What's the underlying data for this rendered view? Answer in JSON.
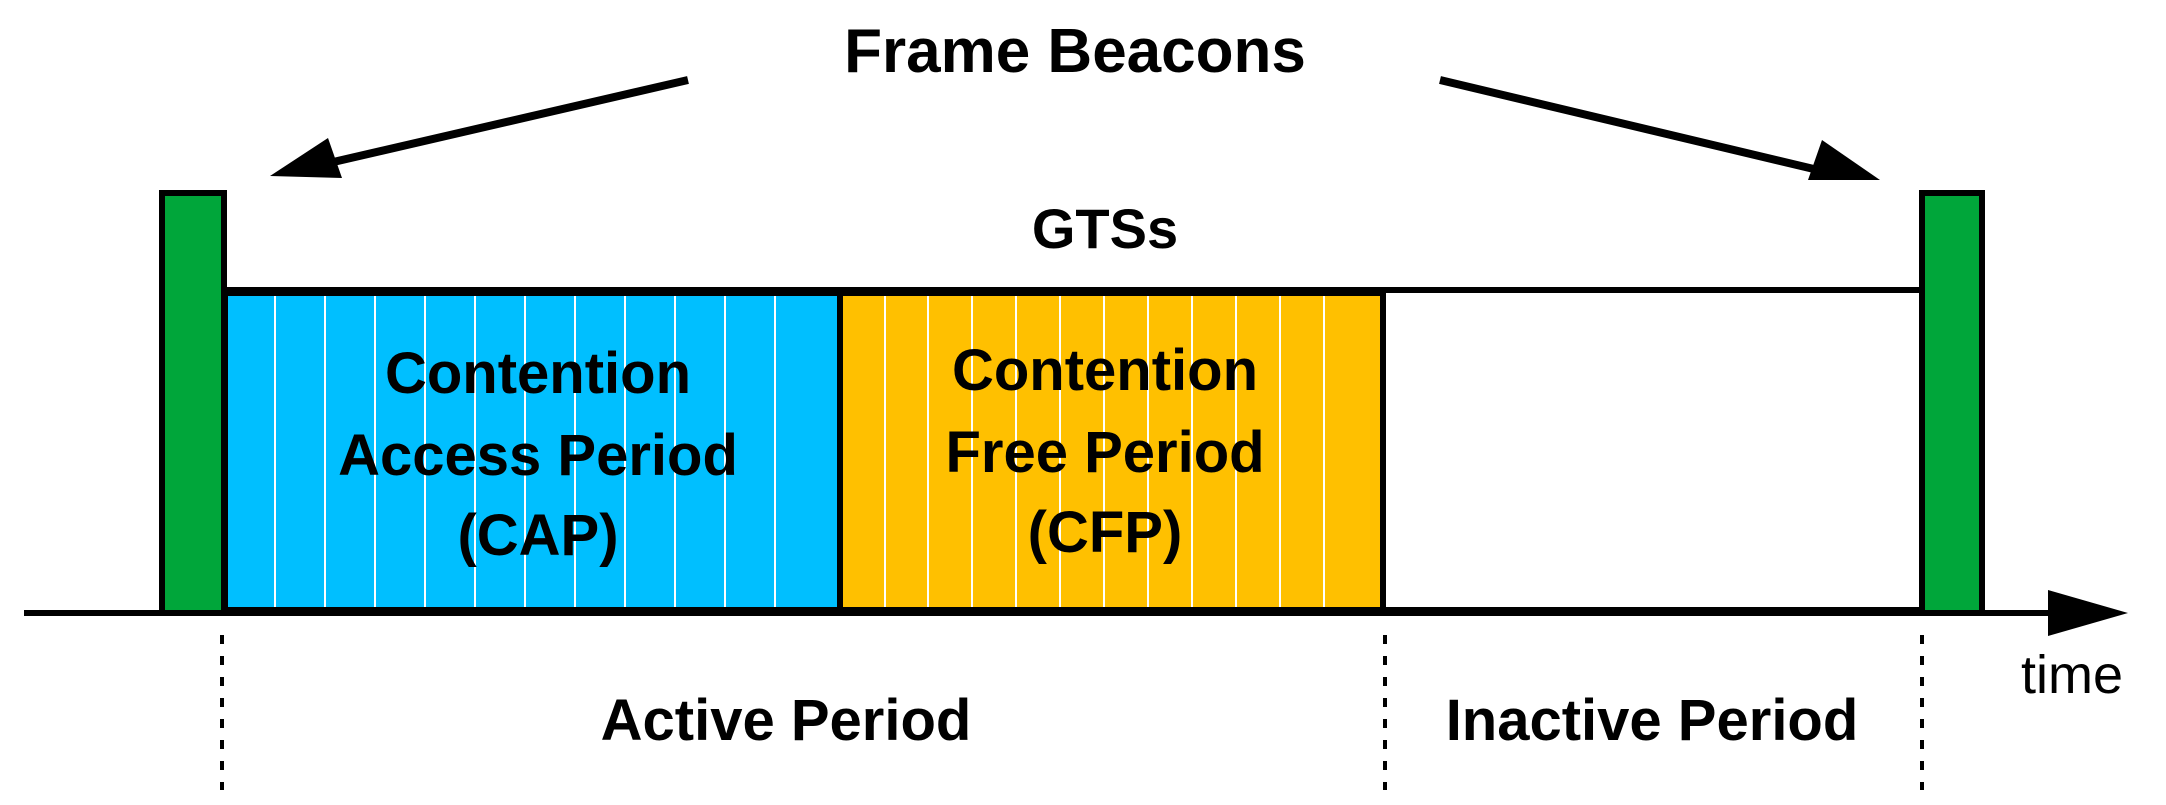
{
  "title": "Frame Beacons",
  "gts_label": "GTSs",
  "cap": {
    "line1": "Contention",
    "line2": "Access Period",
    "line3": "(CAP)"
  },
  "cfp": {
    "line1": "Contention",
    "line2": "Free Period",
    "line3": "(CFP)"
  },
  "axis_label": "time",
  "active_period_label": "Active Period",
  "inactive_period_label": "Inactive Period",
  "colors": {
    "beacon": "#00A63A",
    "cap": "#00BFFF",
    "cfp": "#FFC000",
    "outline": "#000000",
    "slot_line": "#FFFFFF"
  }
}
